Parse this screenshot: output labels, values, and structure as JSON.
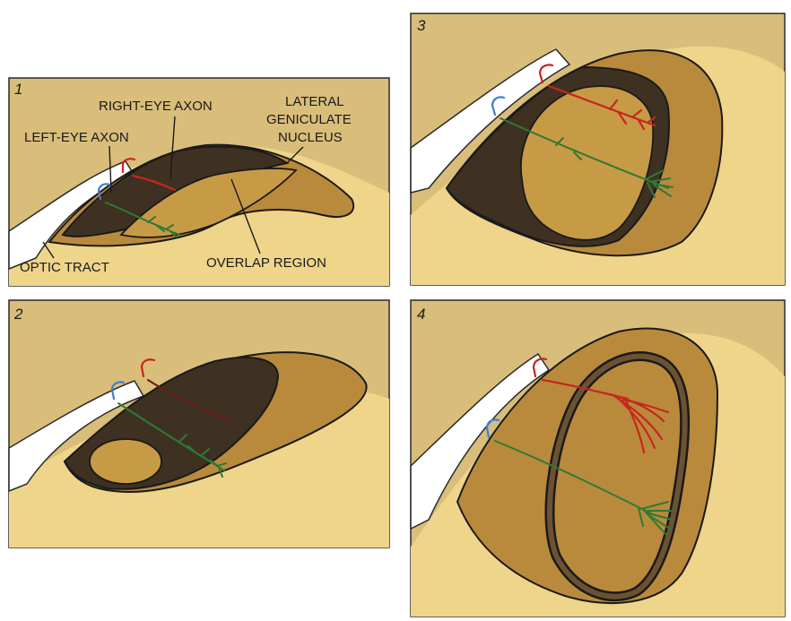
{
  "panels": [
    {
      "number": "1"
    },
    {
      "number": "2"
    },
    {
      "number": "3"
    },
    {
      "number": "4"
    }
  ],
  "labels": {
    "right_eye_axon": "RIGHT-EYE AXON",
    "left_eye_axon": "LEFT-EYE AXON",
    "lgn_line1": "LATERAL",
    "lgn_line2": "GENICULATE",
    "lgn_line3": "NUCLEUS",
    "optic_tract": "OPTIC TRACT",
    "overlap_region": "OVERLAP REGION"
  },
  "colors": {
    "right_eye_axon": "#c8261e",
    "left_eye_axon": "#3f7fd0",
    "terminal_branches": "#2f7a34",
    "background_tissue": "#efd58a",
    "frame_fill": "#d9bd7a",
    "nucleus_fill": "#b98a3c",
    "dark_region": "#3e3122"
  }
}
